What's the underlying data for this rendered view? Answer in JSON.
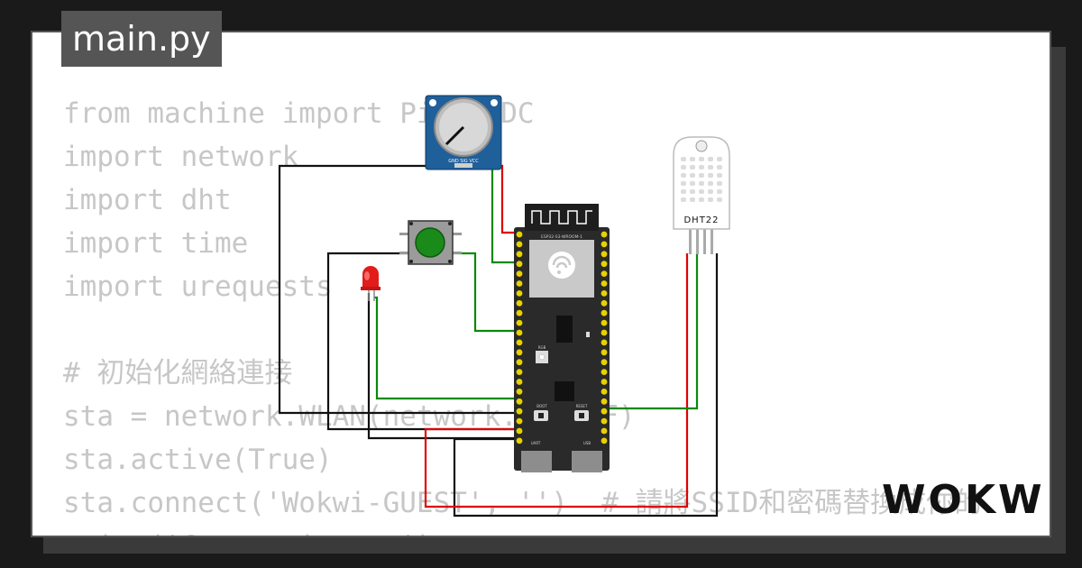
{
  "editor": {
    "filename": "main.py",
    "code_lines": [
      "from machine import Pin, ADC",
      "import network",
      "import dht",
      "import time",
      "import urequests",
      "",
      "# 初始化網絡連接",
      "sta = network.WLAN(network.STA_IF)",
      "sta.active(True)",
      "sta.connect('Wokwi-GUEST', '')  # 請將SSID和密碼替換成你的",
      "print('Connecting...')"
    ]
  },
  "circuit": {
    "esp32": {
      "module_label": "ESP32-S3-WROOM-1",
      "boot_label": "BOOT",
      "reset_label": "RESET",
      "rgb_label": "RGB",
      "uart_label": "UART",
      "usb_label": "USB"
    },
    "dht22": {
      "label": "DHT22"
    },
    "pot": {
      "label": "GND SIG VCC"
    },
    "colors": {
      "red_wire": "#e00000",
      "green_wire": "#0a8a0a",
      "black_wire": "#111111",
      "board": "#2a2a2a",
      "pin": "#e6d200",
      "pot_body": "#1f5f9a",
      "button_cap": "#1a8a1a",
      "led": "#e21b1b"
    }
  },
  "branding": {
    "logo": "WOKWi"
  }
}
